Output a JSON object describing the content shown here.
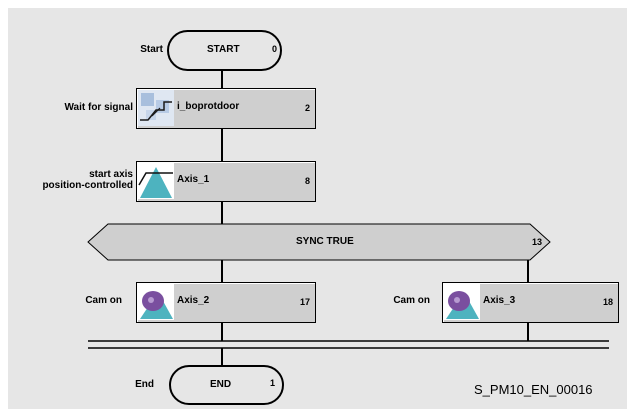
{
  "diagram": {
    "start": {
      "label": "Start",
      "text": "START",
      "step": "0"
    },
    "wait": {
      "label": "Wait for signal",
      "text": "i_boprotdoor",
      "step": "2",
      "icon": "signal-wait-icon"
    },
    "axis1": {
      "label_line1": "start axis",
      "label_line2": "position-controlled",
      "text": "Axis_1",
      "step": "8",
      "icon": "axis-position-icon"
    },
    "sync": {
      "text": "SYNC TRUE",
      "step": "13"
    },
    "cam_left": {
      "label": "Cam on",
      "text": "Axis_2",
      "step": "17",
      "icon": "cam-icon"
    },
    "cam_right": {
      "label": "Cam on",
      "text": "Axis_3",
      "step": "18",
      "icon": "cam-icon"
    },
    "end": {
      "label": "End",
      "text": "END",
      "step": "1"
    },
    "reference": "S_PM10_EN_00016"
  },
  "colors": {
    "background": "#e6e6e6",
    "block": "#cfcfcf",
    "icon_teal": "#4db3bf",
    "icon_purple": "#7a4f9f"
  }
}
